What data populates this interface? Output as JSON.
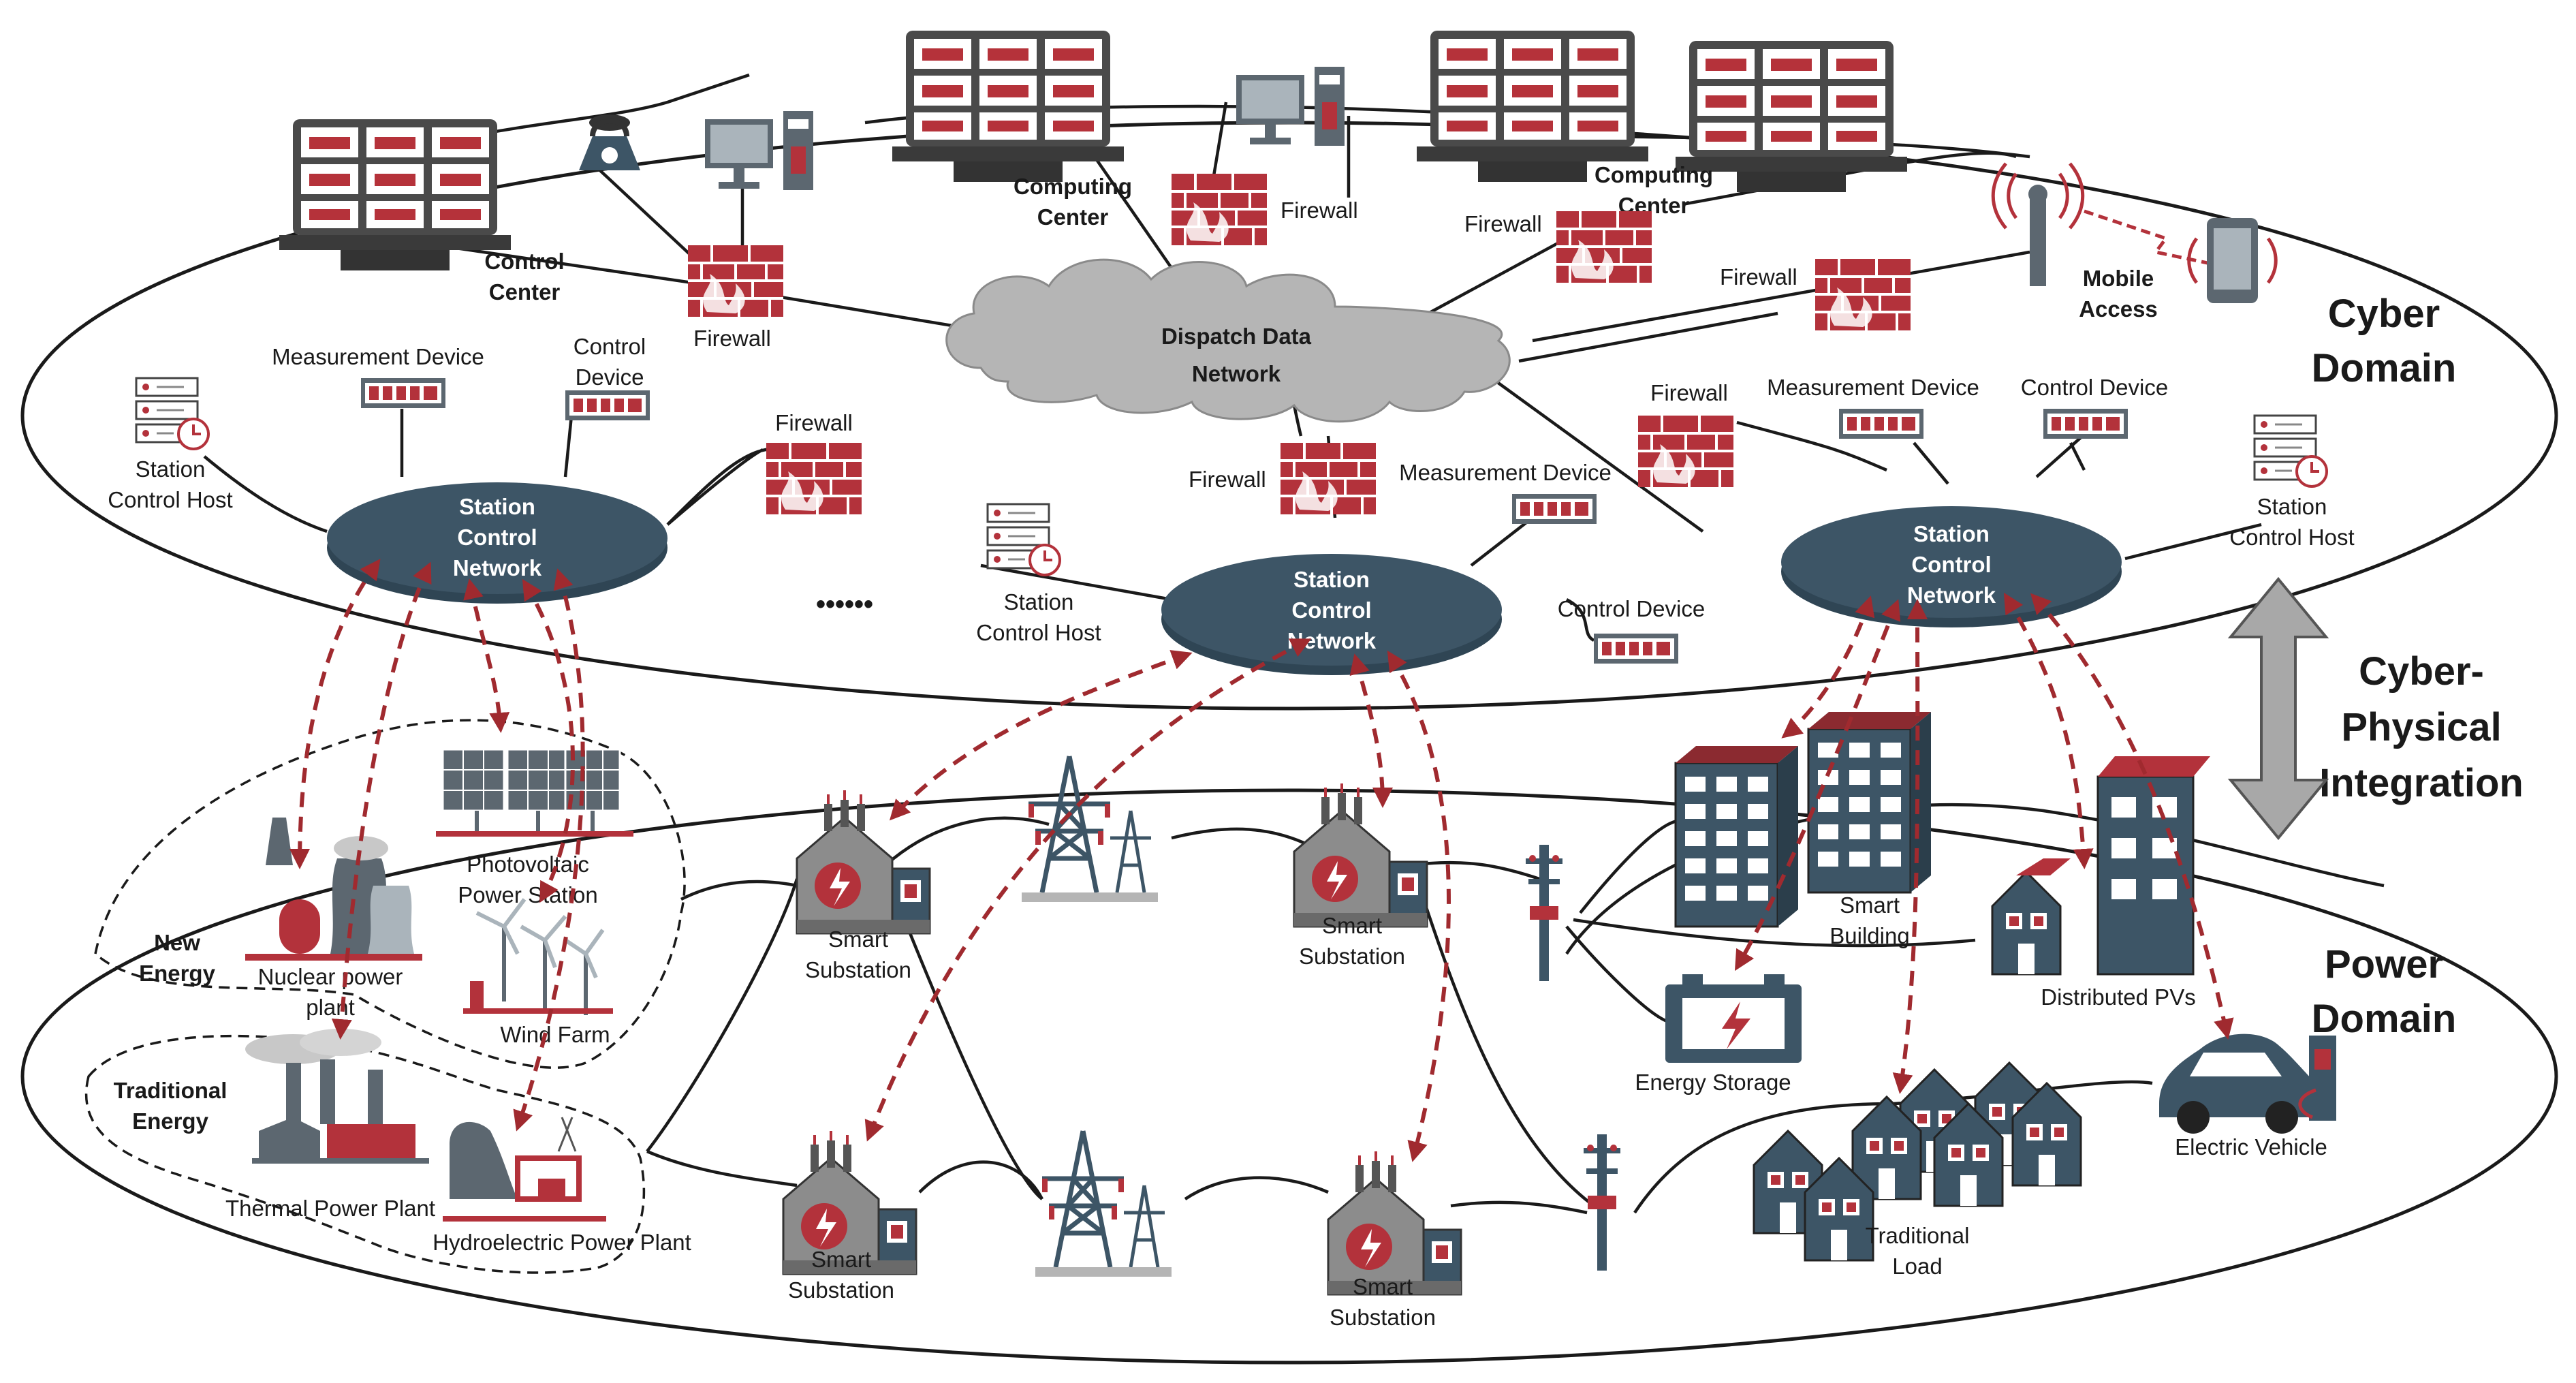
{
  "domains": {
    "cyber": [
      "Cyber",
      "Domain"
    ],
    "power": [
      "Power",
      "Domain"
    ],
    "integration": [
      "Cyber-",
      "Physical",
      "Integration"
    ]
  },
  "dispatch": [
    "Dispatch Data",
    "Network"
  ],
  "control_center": [
    "Control",
    "Center"
  ],
  "computing_center": [
    "Computing",
    "Center"
  ],
  "mobile_access": [
    "Mobile",
    "Access"
  ],
  "firewall": "Firewall",
  "measurement_device": "Measurement Device",
  "control_device": "Control Device",
  "control_device_split": [
    "Control",
    "Device"
  ],
  "station_control_host": [
    "Station",
    "Control Host"
  ],
  "station_control_network": [
    "Station",
    "Control",
    "Network"
  ],
  "ellipsis": "••••••",
  "new_energy": [
    "New",
    "Energy"
  ],
  "traditional_energy": [
    "Traditional",
    "Energy"
  ],
  "photovoltaic": [
    "Photovoltaic",
    "Power Station"
  ],
  "nuclear": [
    "Nuclear power",
    "plant"
  ],
  "wind_farm": "Wind Farm",
  "thermal": "Thermal Power Plant",
  "hydro": "Hydroelectric Power Plant",
  "smart_substation": [
    "Smart",
    "Substation"
  ],
  "smart_building": [
    "Smart",
    "Building"
  ],
  "distributed_pvs": "Distributed PVs",
  "energy_storage": "Energy Storage",
  "traditional_load": [
    "Traditional",
    "Load"
  ],
  "electric_vehicle": "Electric Vehicle",
  "colors": {
    "network": "#3d5566",
    "accent": "#a02a2f",
    "cloud": "#b5b5b5"
  }
}
